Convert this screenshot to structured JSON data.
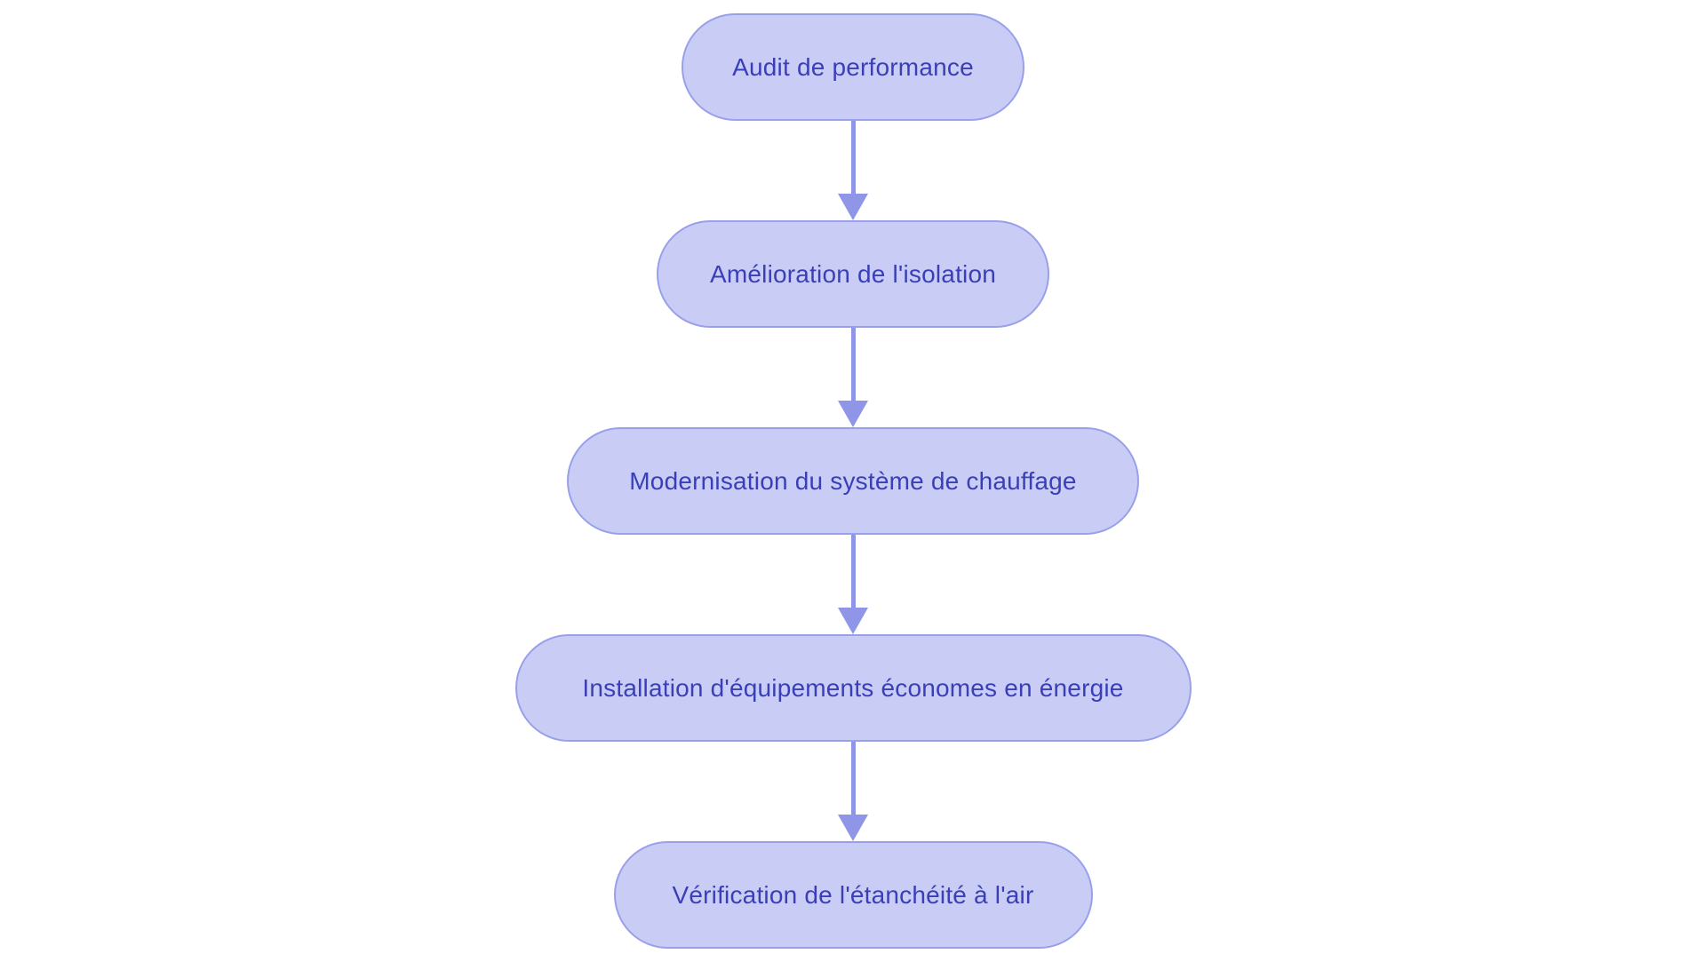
{
  "flowchart": {
    "type": "vertical-process-flow",
    "colors": {
      "background": "#ffffff",
      "node_fill": "#c9cdf6",
      "node_border": "#99a0ea",
      "text_color": "#3a3fb8",
      "arrow_color": "#8f96e8"
    },
    "nodes": [
      {
        "label": "Audit de performance"
      },
      {
        "label": "Amélioration de l'isolation"
      },
      {
        "label": "Modernisation du système de chauffage"
      },
      {
        "label": "Installation d'équipements économes en énergie"
      },
      {
        "label": "Vérification de l'étanchéité à l'air"
      }
    ],
    "edges": [
      {
        "from": 0,
        "to": 1
      },
      {
        "from": 1,
        "to": 2
      },
      {
        "from": 2,
        "to": 3
      },
      {
        "from": 3,
        "to": 4
      }
    ]
  }
}
